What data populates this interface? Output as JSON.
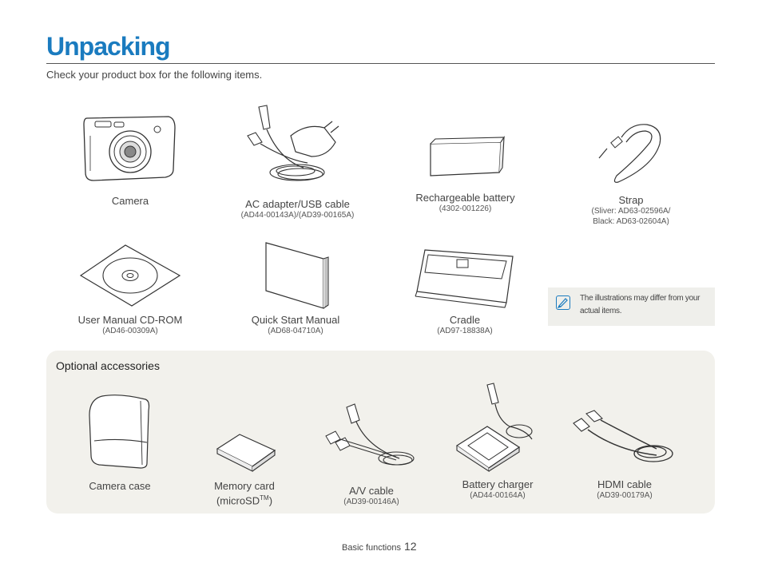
{
  "page": {
    "title": "Unpacking",
    "subtitle": "Check your product box for the following items."
  },
  "items": [
    {
      "label": "Camera",
      "code": ""
    },
    {
      "label": "AC adapter/USB cable",
      "code": "(AD44-00143A)/(AD39-00165A)"
    },
    {
      "label": "Rechargeable battery",
      "code": "(4302-001226)"
    },
    {
      "label": "Strap",
      "code": "(Sliver: AD63-02596A/",
      "code2": "Black: AD63-02604A)"
    },
    {
      "label": "User Manual CD-ROM",
      "code": "(AD46-00309A)"
    },
    {
      "label": "Quick Start Manual",
      "code": "(AD68-04710A)"
    },
    {
      "label": "Cradle",
      "code": "(AD97-18838A)"
    }
  ],
  "note": {
    "icon": "note-icon",
    "text": "The illustrations may differ from your actual items."
  },
  "optional": {
    "title": "Optional accessories",
    "items": [
      {
        "label": "Camera case",
        "code": ""
      },
      {
        "label": "Memory card",
        "label2": "(microSD",
        "sup": "TM",
        "label2_end": ")"
      },
      {
        "label": "A/V cable",
        "code": "(AD39-00146A)"
      },
      {
        "label": "Battery charger",
        "code": "(AD44-00164A)"
      },
      {
        "label": "HDMI cable",
        "code": "(AD39-00179A)"
      }
    ]
  },
  "footer": {
    "section": "Basic functions",
    "page_number": "12"
  },
  "colors": {
    "accent": "#1a7bbf",
    "panel": "#f2f1ec"
  }
}
